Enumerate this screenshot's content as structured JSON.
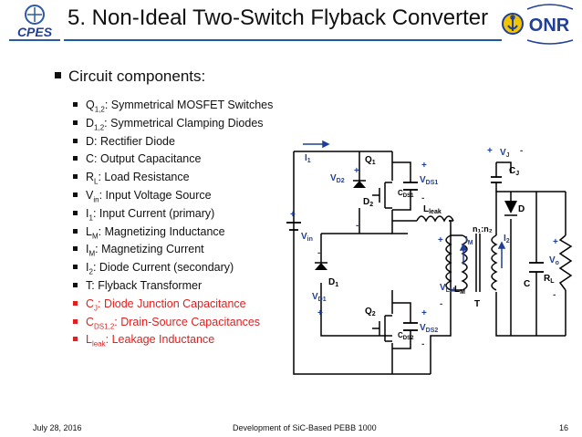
{
  "header": {
    "title": "5. Non-Ideal Two-Switch Flyback Converter",
    "logo_left_text": "CPES",
    "logo_right_text": "ONR"
  },
  "section": {
    "heading": "Circuit components:"
  },
  "components": [
    {
      "sym": "Q",
      "sub": "1,2",
      "desc": ": Symmetrical MOSFET Switches",
      "red": false
    },
    {
      "sym": "D",
      "sub": "1,2",
      "desc": ": Symmetrical Clamping Diodes",
      "red": false
    },
    {
      "sym": "D",
      "sub": "",
      "desc": ": Rectifier Diode",
      "red": false
    },
    {
      "sym": "C",
      "sub": "",
      "desc": ": Output Capacitance",
      "red": false
    },
    {
      "sym": "R",
      "sub": "L",
      "desc": ": Load Resistance",
      "red": false
    },
    {
      "sym": "V",
      "sub": "in",
      "desc": ": Input Voltage Source",
      "red": false
    },
    {
      "sym": "I",
      "sub": "1",
      "desc": ": Input Current (primary)",
      "red": false
    },
    {
      "sym": "L",
      "sub": "M",
      "desc": ": Magnetizing Inductance",
      "red": false
    },
    {
      "sym": "I",
      "sub": "M",
      "desc": ": Magnetizing Current",
      "red": false
    },
    {
      "sym": "I",
      "sub": "2",
      "desc": ": Diode Current (secondary)",
      "red": false
    },
    {
      "sym": "T",
      "sub": "",
      "desc": ": Flyback Transformer",
      "red": false
    },
    {
      "sym": "C",
      "sub": "J",
      "desc": ": Diode Junction Capacitance",
      "red": true
    },
    {
      "sym": "C",
      "sub": "DS1,2",
      "desc": ": Drain-Source Capacitances",
      "red": true
    },
    {
      "sym": "L",
      "sub": "leak",
      "desc": ": Leakage Inductance",
      "red": true
    }
  ],
  "circuit": {
    "labels": {
      "i1": "I",
      "i1_sub": "1",
      "vin": "V",
      "vin_sub": "in",
      "q1": "Q",
      "q1_sub": "1",
      "q2": "Q",
      "q2_sub": "2",
      "d1": "D",
      "d1_sub": "1",
      "d2": "D",
      "d2_sub": "2",
      "vd1": "V",
      "vd1_sub": "D1",
      "vd2": "V",
      "vd2_sub": "D2",
      "vds1": "V",
      "vds1_sub": "DS1",
      "vds2": "V",
      "vds2_sub": "DS2",
      "cds1": "C",
      "cds1_sub": "DS1",
      "cds2": "C",
      "cds2_sub": "DS2",
      "lleak": "L",
      "lleak_sub": "leak",
      "im": "I",
      "im_sub": "M",
      "vlm": "V",
      "vlm_sub": "LM",
      "lm": "L",
      "lm_sub": "M",
      "ratio": "n₁:n₂",
      "t": "T",
      "i2": "I",
      "i2_sub": "2",
      "vj": "V",
      "vj_sub": "J",
      "cj": "C",
      "cj_sub": "J",
      "d": "D",
      "c": "C",
      "rl": "R",
      "rl_sub": "L",
      "vo": "V",
      "vo_sub": "o",
      "plus": "+",
      "minus": "-"
    },
    "colors": {
      "wire": "#000000",
      "label": "#1f3f99"
    }
  },
  "footer": {
    "date": "July 28, 2016",
    "center": "Development of SiC-Based PEBB 1000",
    "page": "16"
  }
}
